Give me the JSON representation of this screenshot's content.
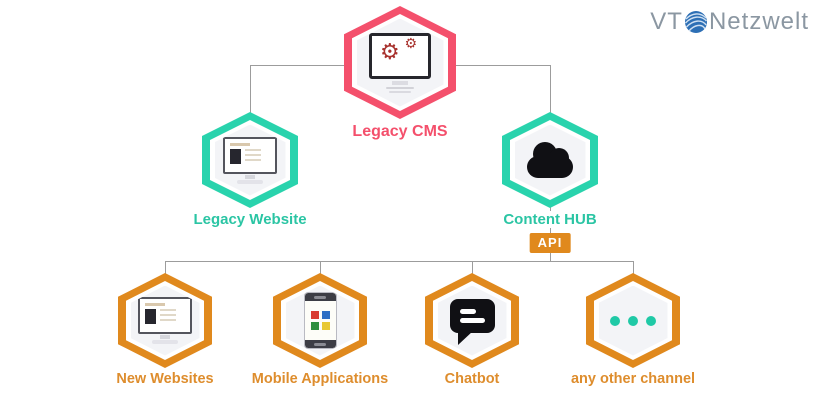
{
  "logo": {
    "prefix": "VT",
    "suffix": "Netzwelt"
  },
  "nodes": {
    "legacy_cms": {
      "label": "Legacy CMS"
    },
    "legacy_website": {
      "label": "Legacy Website"
    },
    "content_hub": {
      "label": "Content HUB"
    },
    "api": {
      "label": "API"
    },
    "channels": [
      {
        "label": "New Websites"
      },
      {
        "label": "Mobile Applications"
      },
      {
        "label": "Chatbot"
      },
      {
        "label": "any other channel"
      }
    ]
  },
  "icons": {
    "legacy_cms": "monitor-gears-icon",
    "legacy_website": "website-monitor-icon",
    "content_hub": "cloud-icon",
    "channels": [
      "website-monitor-icon",
      "mobile-phone-icon",
      "chat-bubble-icon",
      "ellipsis-icon"
    ]
  },
  "colors": {
    "cms_pink": "#f4506c",
    "teal_hex": "#29d3ad",
    "teal_text": "#2bc5a4",
    "orange_hex": "#e0891d",
    "orange_text": "#de8d2d",
    "api_badge_bg": "#e0891d",
    "api_badge_text": "#ffffff",
    "connector_gray": "#9c9c9c",
    "hexagon_inner_fill": "#f3f4f7",
    "logo_text_gray": "#8b97a2",
    "globe_blue": "#2d6fb5"
  }
}
